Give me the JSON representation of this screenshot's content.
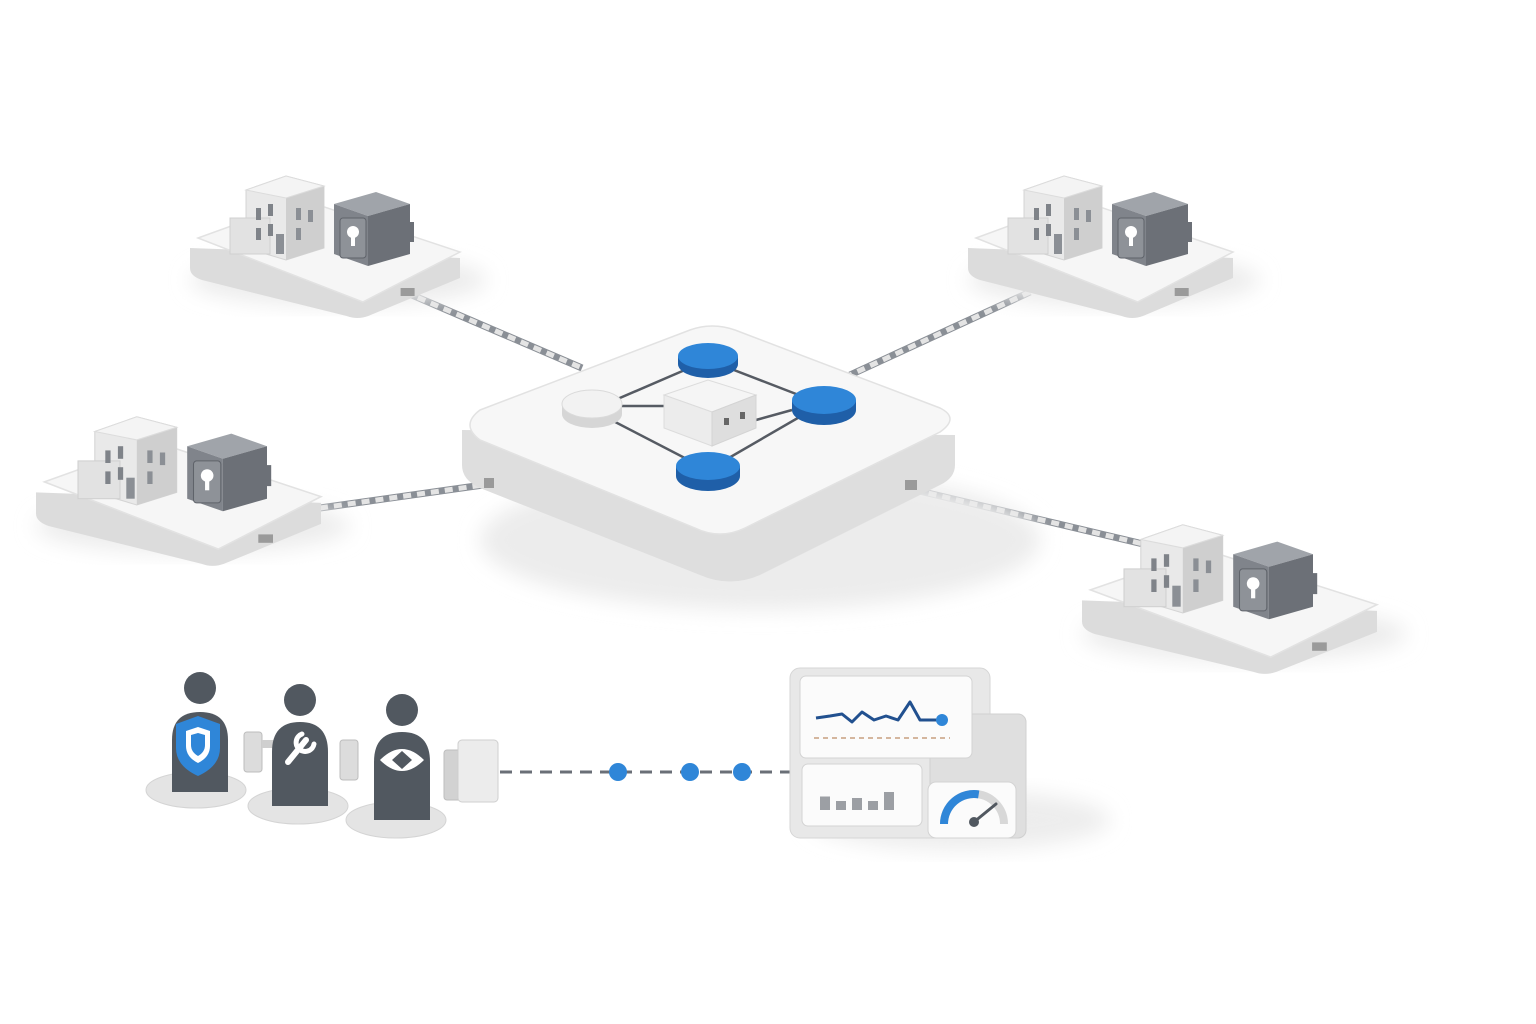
{
  "colors": {
    "background": "#ffffff",
    "platform_top": "#f6f6f6",
    "platform_side": "#dcdcdc",
    "shadow": "#e6e6e6",
    "building_light": "#e9e9e9",
    "building_mid": "#c9c9c9",
    "building_dark": "#9c9c9c",
    "vault_front": "#6f737a",
    "vault_top": "#9ea2a8",
    "accent_blue": "#2f86d8",
    "accent_blue_dark": "#1f5fa8",
    "person": "#515860",
    "line": "#6a6f77",
    "trend_line": "#21508f"
  },
  "diagram": {
    "hub": {
      "nodes": [
        {
          "name": "hub-node-top",
          "style": "blue"
        },
        {
          "name": "hub-node-right",
          "style": "blue"
        },
        {
          "name": "hub-node-bottom",
          "style": "blue"
        },
        {
          "name": "hub-node-left",
          "style": "white"
        },
        {
          "name": "hub-node-center",
          "style": "white-cube"
        }
      ]
    },
    "sites": [
      {
        "name": "site-top-left",
        "icons": [
          "building-icon",
          "lock-vault-icon"
        ]
      },
      {
        "name": "site-top-right",
        "icons": [
          "building-icon",
          "lock-vault-icon"
        ]
      },
      {
        "name": "site-mid-left",
        "icons": [
          "building-icon",
          "lock-vault-icon"
        ]
      },
      {
        "name": "site-bottom-right",
        "icons": [
          "building-icon",
          "lock-vault-icon"
        ]
      }
    ],
    "team": [
      {
        "name": "person-security",
        "badge": "shield-icon"
      },
      {
        "name": "person-maintenance",
        "badge": "wrench-icon"
      },
      {
        "name": "person-monitoring",
        "badge": "eye-icon"
      }
    ],
    "dashboard": {
      "panels": [
        "trend-chart",
        "bar-chart",
        "gauge"
      ],
      "bars": [
        0.45,
        0.3,
        0.4,
        0.3,
        0.6
      ],
      "gauge_level": 0.55
    }
  }
}
